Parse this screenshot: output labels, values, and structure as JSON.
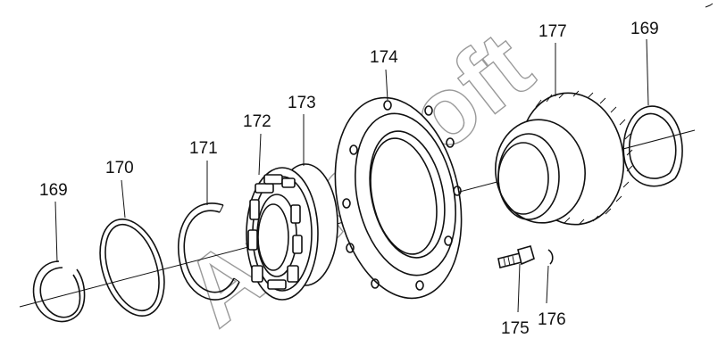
{
  "diagram": {
    "callouts": [
      {
        "id": "169a",
        "label": "169"
      },
      {
        "id": "170",
        "label": "170"
      },
      {
        "id": "171",
        "label": "171"
      },
      {
        "id": "172",
        "label": "172"
      },
      {
        "id": "173",
        "label": "173"
      },
      {
        "id": "174",
        "label": "174"
      },
      {
        "id": "175",
        "label": "175"
      },
      {
        "id": "176",
        "label": "176"
      },
      {
        "id": "177",
        "label": "177"
      },
      {
        "id": "169b",
        "label": "169"
      }
    ],
    "watermark": "AutoSoft"
  }
}
